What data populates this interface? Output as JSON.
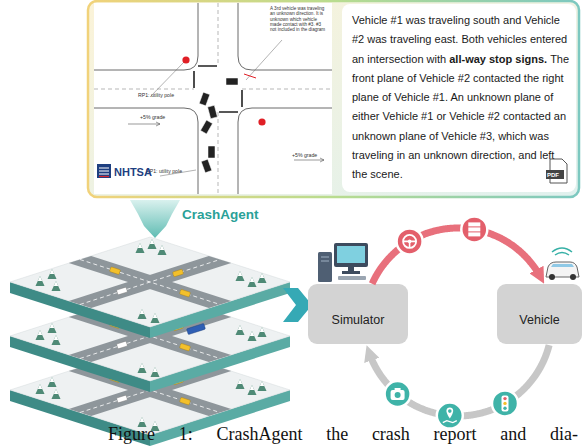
{
  "diagram": {
    "caption": "Figure 1: CrashAgent the crash report and dia-",
    "nodes": [
      {
        "text": [
          "A 3rd vehicle was traveling an unknown direction. It is unknown which vehicle made contact with #3. #3 not included in the diagram",
          "RP1: utility pole",
          "+5% grade",
          "+5% grade",
          "RP1: utility pole",
          "NHTSA"
        ]
      },
      {
        "text": [
          "Vehicle #1 was traveling south and Vehicle #2 was traveling east. Both vehicles entered an intersection with",
          "all-way stop signs.",
          "The front plane of Vehicle #2 contacted the right plane of Vehicle #1. An unknown plane of either Vehicle #1 or Vehicle #2 contacted an unknown plane of Vehicle #3, which was traveling in an unknown direction, and left the scene."
        ]
      },
      {
        "text": [
          "Simulator"
        ]
      },
      {
        "text": [
          "Vehicle"
        ]
      }
    ],
    "edges": [
      {
        "from": 2,
        "to": 3,
        "arrow": "to"
      },
      {
        "from": 3,
        "to": 2,
        "arrow": "to"
      }
    ],
    "labels": [
      "CrashAgent",
      "PDF"
    ]
  }
}
